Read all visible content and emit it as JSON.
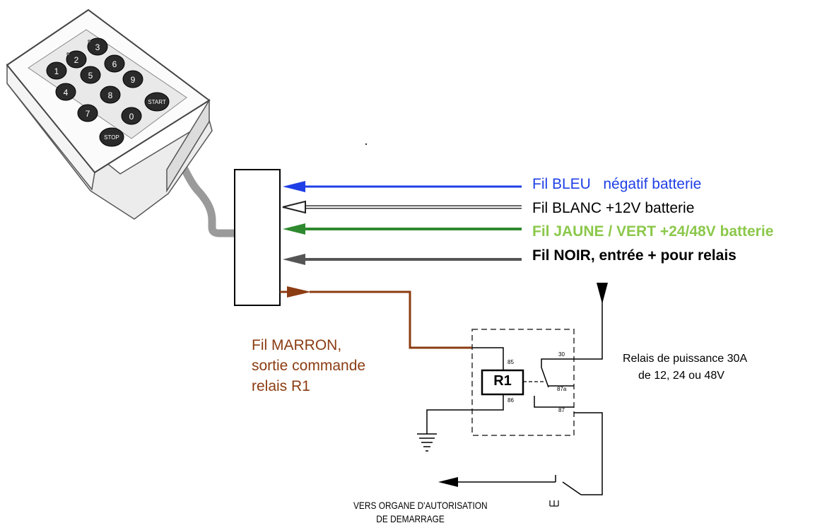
{
  "wires": {
    "bleu": {
      "name": "Fil BLEU",
      "desc": "négatif batterie",
      "color": "#1f3fe6"
    },
    "blanc": {
      "name": "Fil BLANC",
      "desc": "+12V batterie"
    },
    "jaune_vert": {
      "label": "Fil JAUNE / VERT +24/48V batterie",
      "color": "#2f8a2f",
      "text_color": "#8cc84b"
    },
    "noir": {
      "label": "Fil NOIR, entrée + pour relais",
      "color": "#555555"
    },
    "marron": {
      "line1": "Fil MARRON,",
      "line2": "sortie commande",
      "line3": "relais R1",
      "color": "#8b3c12"
    }
  },
  "relay": {
    "name": "R1",
    "desc_line1": "Relais de puissance 30A",
    "desc_line2": "de 12, 24 ou 48V",
    "pins": {
      "p85": "85",
      "p86": "86",
      "p30": "30",
      "p87a": "87a",
      "p87": "87"
    }
  },
  "destination": {
    "line1": "VERS ORGANE D'AUTORISATION",
    "line2": "DE DEMARRAGE"
  },
  "keypad": {
    "keys": [
      "1",
      "2",
      "3",
      "4",
      "5",
      "6",
      "7",
      "8",
      "9",
      "0"
    ],
    "start_label": "START",
    "stop_label": "STOP"
  }
}
